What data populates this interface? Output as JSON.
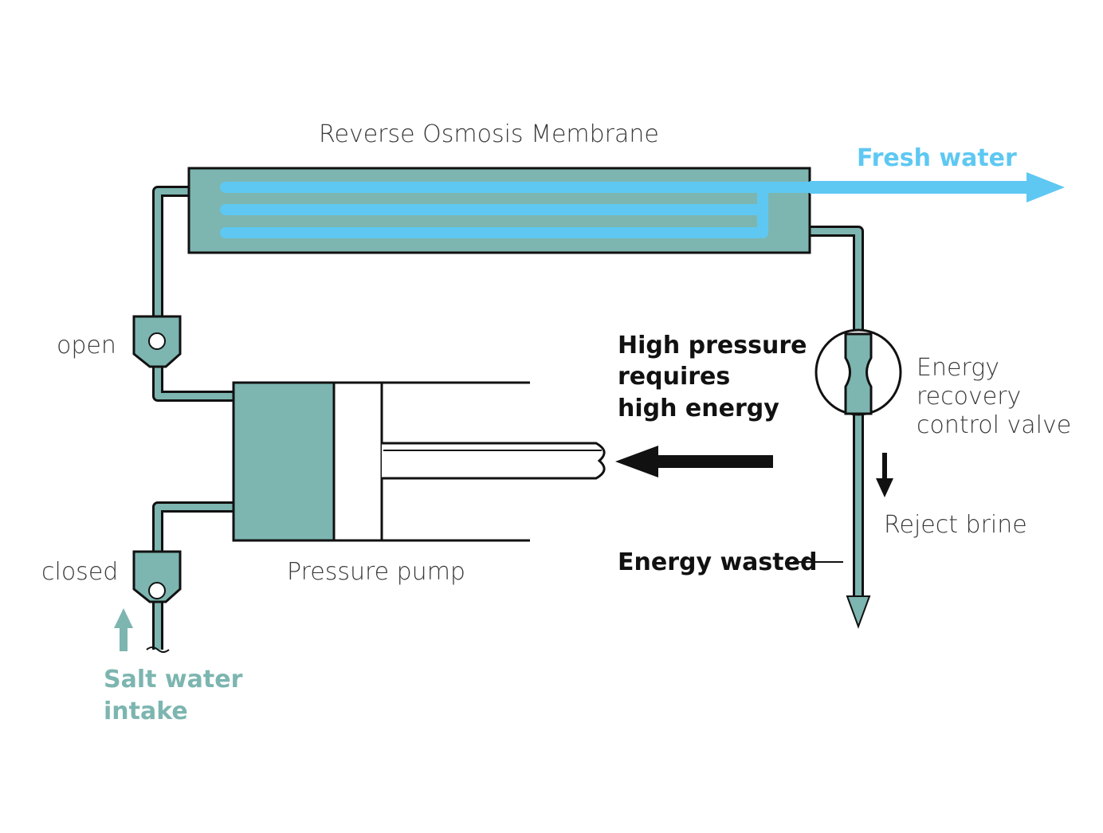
{
  "colors": {
    "teal": "#7db5b0",
    "fresh_blue": "#5ec8f2",
    "outline": "#111111",
    "label_gray": "#3a3a3a"
  },
  "labels": {
    "membrane": "Reverse Osmosis Membrane",
    "fresh_water": "Fresh water",
    "open": "open",
    "closed": "closed",
    "pressure_pump": "Pressure pump",
    "high_pressure_1": "High pressure",
    "high_pressure_2": "requires",
    "high_pressure_3": "high energy",
    "valve_1": "Energy",
    "valve_2": "recovery",
    "valve_3": "control valve",
    "reject_brine": "Reject brine",
    "energy_wasted": "Energy wasted",
    "salt_water_1": "Salt water",
    "salt_water_2": "intake"
  },
  "icons": {
    "piston_arrow": "arrow-left-icon",
    "brine_arrow": "arrow-down-icon",
    "intake_arrow": "arrow-up-icon",
    "fresh_arrow": "arrow-right-icon"
  }
}
